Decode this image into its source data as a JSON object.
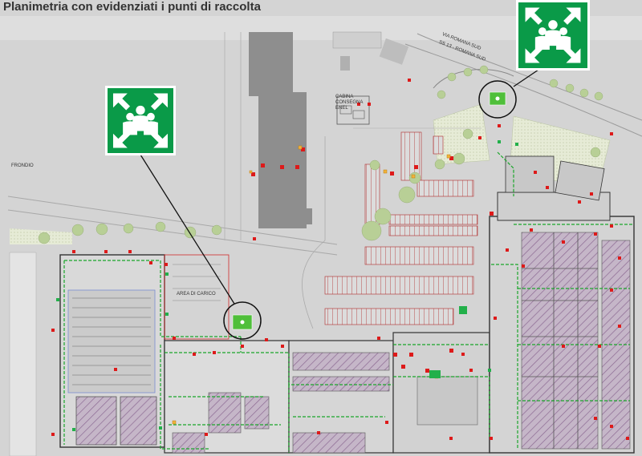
{
  "page": {
    "title": "Planimetria con evidenziati i punti di raccolta"
  },
  "map_labels": {
    "road": "VIA ROMANA SUD",
    "road_short": "SS 13 - ROMANA SUD",
    "area_left": "FRONDIO",
    "cabina_1": "CABINA",
    "cabina_2": "CONSEGNA",
    "cabina_3": "ENEL",
    "carico": "AREA DI CARICO"
  },
  "assembly_sign": {
    "icon": "assembly-point-icon",
    "color": "#0a9a48"
  },
  "colors": {
    "background": "#d4d4d4",
    "route_green": "#1aa62a",
    "marker_red": "#dd1a1a",
    "building_hatch": "#a07aa5",
    "tree": "#b8cf96"
  }
}
